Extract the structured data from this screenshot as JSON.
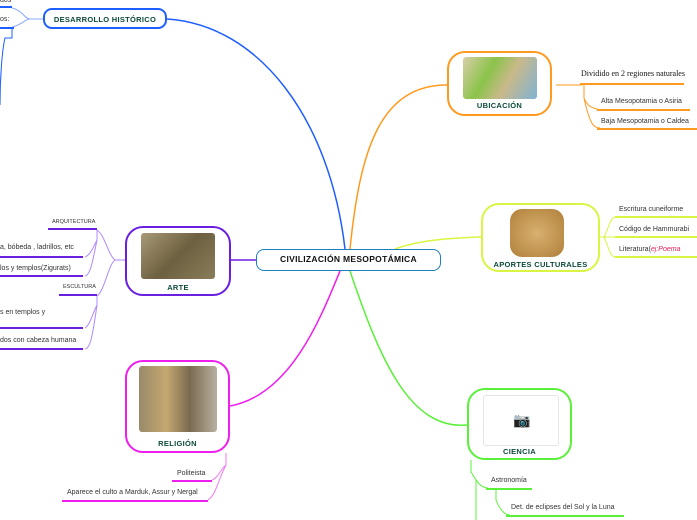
{
  "center": "CIVILIZACIÓN MESOPOTÁMICA",
  "desarrollo": {
    "title": "DESARROLLO HISTÓRICO",
    "items": [
      "dos",
      "os:"
    ]
  },
  "ubicacion": {
    "title": "UBICACIÓN",
    "items": [
      "Dividido en 2 regiones naturales",
      "Alta Mesopotamia o Asiria",
      "Baja Mesopotamia o Caldea"
    ]
  },
  "aportes": {
    "title": "APORTES CULTURALES",
    "items": [
      "Escritura cuneiforme",
      "Código de Hammurabi",
      "Literatura("
    ],
    "lit_example": "ej:Poema"
  },
  "ciencia": {
    "title": "CIENCIA",
    "items": [
      "Astronomía",
      "Det. de eclipses del Sol y la Luna"
    ]
  },
  "arte": {
    "title": "ARTE",
    "arquitectura": "ARQUITECTURA",
    "arq_items": [
      "a, bóbeda , ladrillos, etc",
      "los y templos(Zigurats)"
    ],
    "escultura": "ESCULTURA",
    "esc_items": [
      "s  en templos y",
      "dos con cabeza humana"
    ]
  },
  "religion": {
    "title": "RELIGIÓN",
    "items": [
      "Politeista",
      "Aparece el culto a Marduk, Assur  y Nergal"
    ]
  },
  "colors": {
    "blue": "#1f5fff",
    "orange": "#ff9a1f",
    "yellow": "#d9f542",
    "green": "#5af03a",
    "purple": "#6a1fe0",
    "magenta": "#ee1fee"
  }
}
